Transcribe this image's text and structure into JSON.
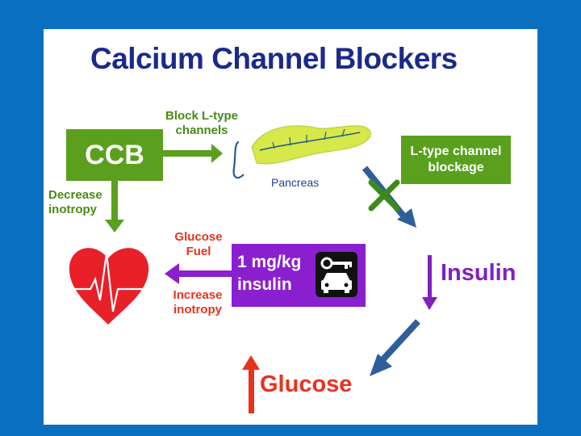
{
  "title": "Calcium Channel Blockers",
  "ccb_label": "CCB",
  "block_label": [
    "Block L-type",
    "channels"
  ],
  "decrease_label": [
    "Decrease",
    "inotropy"
  ],
  "pancreas_label": "Pancreas",
  "ltype_label": [
    "L-type channel",
    "blockage"
  ],
  "insulin_label": "Insulin",
  "dose_label": [
    "1 mg/kg",
    "insulin"
  ],
  "glucose_fuel_label": [
    "Glucose",
    "Fuel"
  ],
  "increase_label": [
    "Increase",
    "inotropy"
  ],
  "glucose_label": "Glucose",
  "icons": [
    "pancreas-icon",
    "heart-ekg-icon",
    "car-key-icon",
    "x-mark-icon"
  ],
  "colors": {
    "background": "#0a6fbf",
    "title": "#1b2a8a",
    "green": "#5aa01e",
    "purple": "#8a1fcf",
    "red": "#e8321e",
    "blue_arrow": "#2f5f9a",
    "heart": "#e8202a",
    "pancreas": "#d6e84a"
  }
}
